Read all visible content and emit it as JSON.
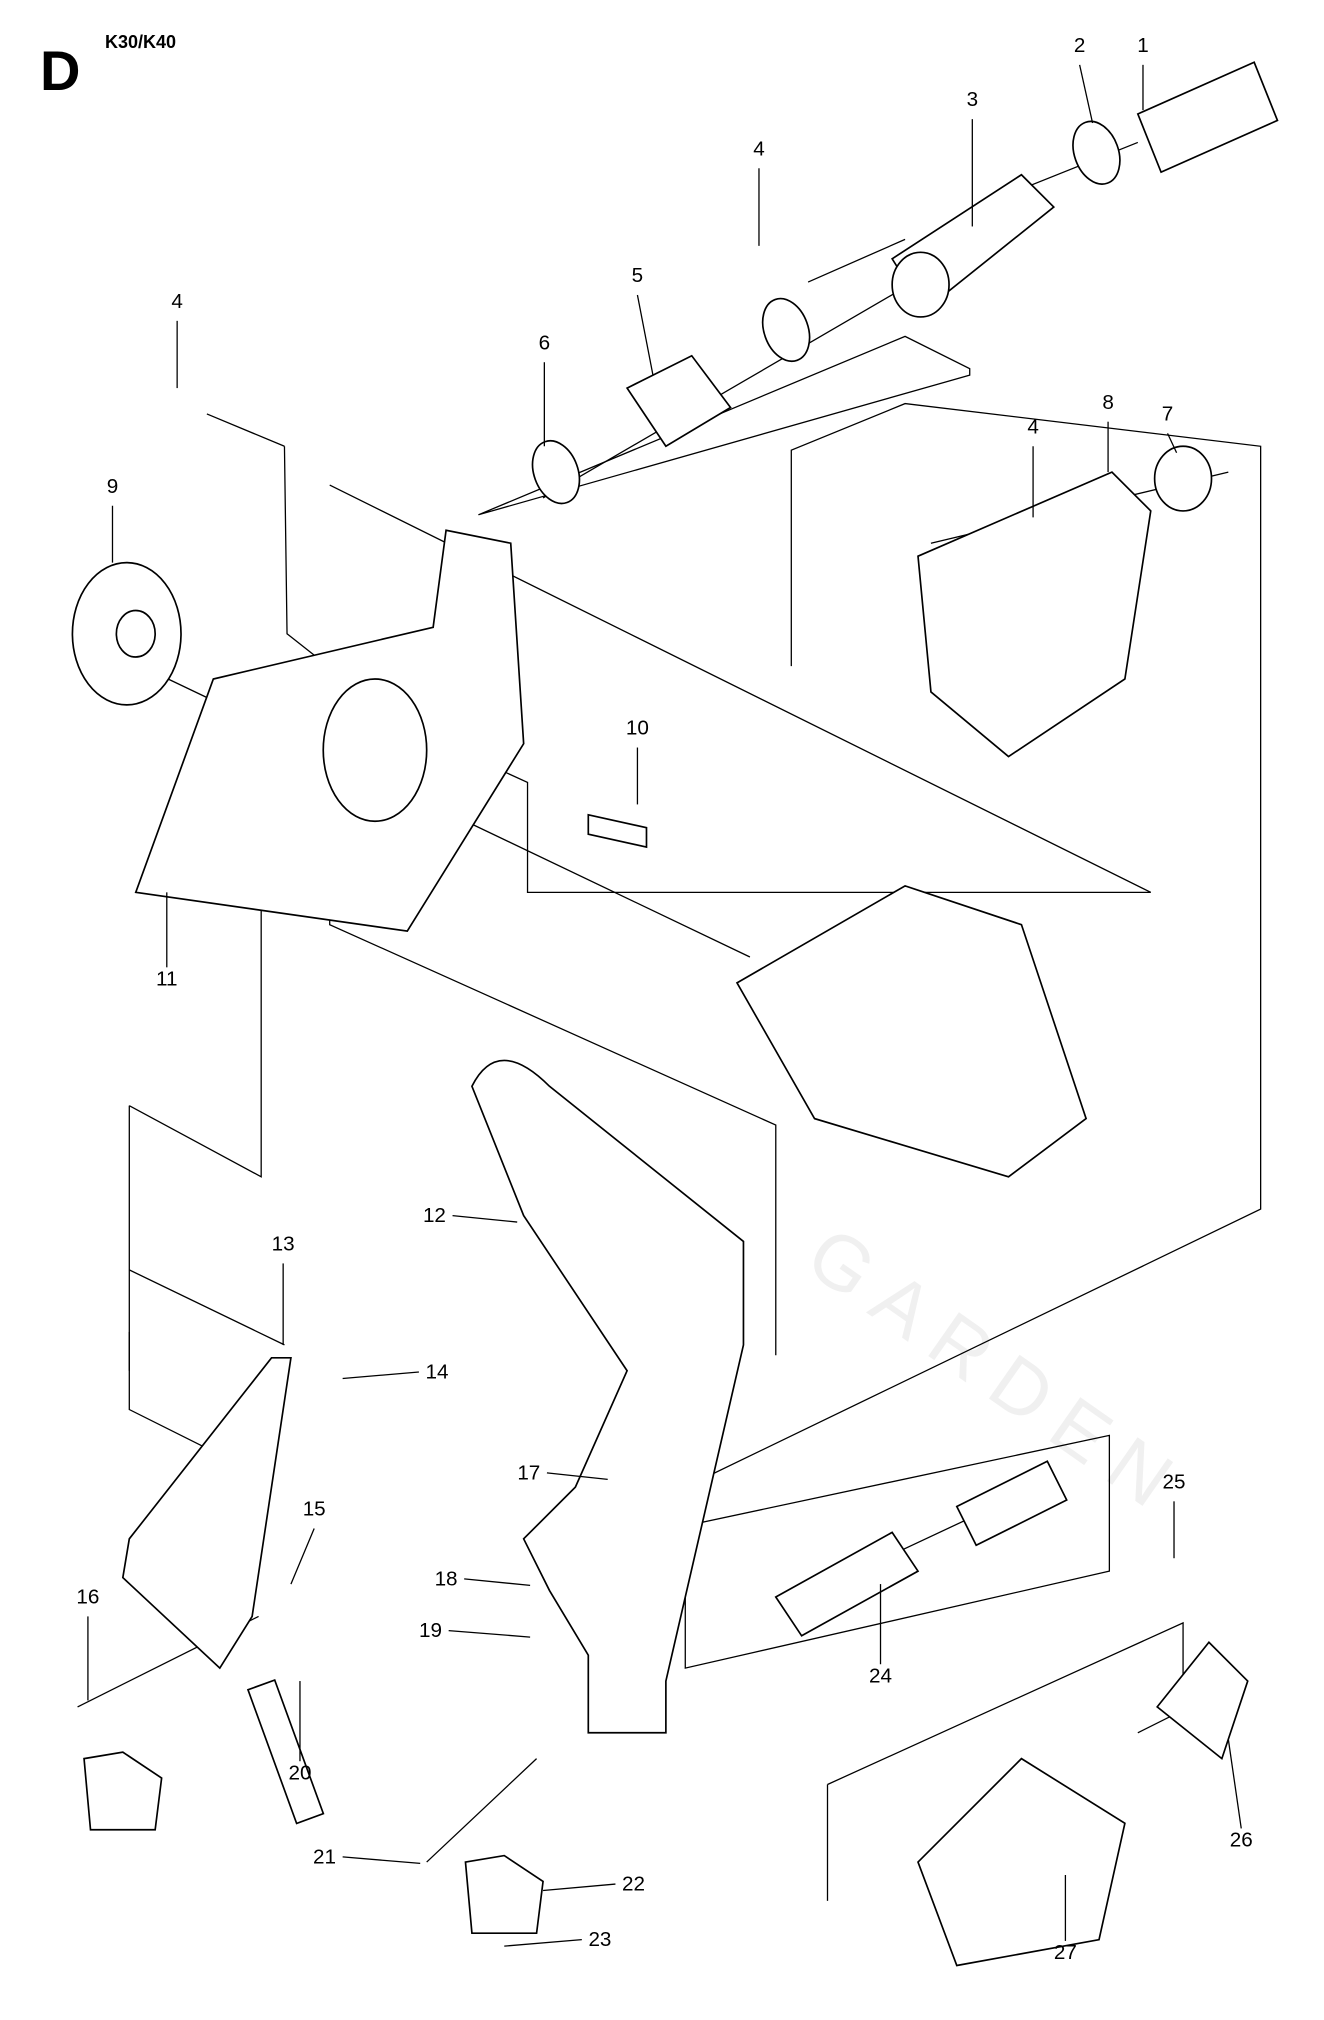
{
  "header": {
    "section": "D",
    "model": "K30/K40"
  },
  "watermark": {
    "text": "GARDEN",
    "color": "#f0f0f0"
  },
  "callouts": [
    "1",
    "2",
    "3",
    "4",
    "5",
    "6",
    "4",
    "9",
    "7",
    "8",
    "4",
    "10",
    "11",
    "12",
    "13",
    "14",
    "15",
    "17",
    "16",
    "18",
    "19",
    "24",
    "25",
    "26",
    "20",
    "21",
    "22",
    "23",
    "27"
  ]
}
